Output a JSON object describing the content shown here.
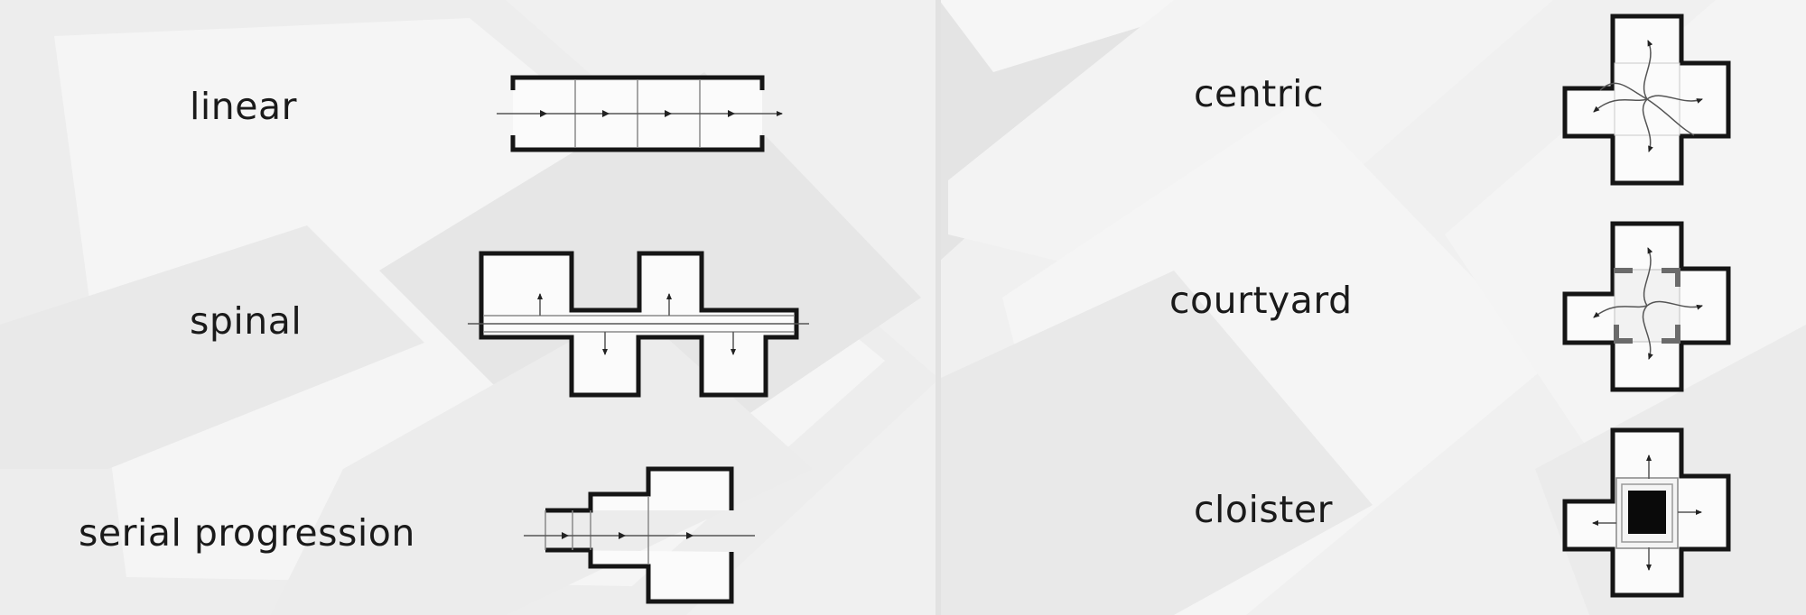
{
  "left_panel": {
    "diagrams": [
      {
        "id": "linear",
        "label": "linear"
      },
      {
        "id": "spinal",
        "label": "spinal"
      },
      {
        "id": "serial",
        "label": "serial progression"
      }
    ]
  },
  "right_panel": {
    "diagrams": [
      {
        "id": "centric",
        "label": "centric"
      },
      {
        "id": "courtyard",
        "label": "courtyard"
      },
      {
        "id": "cloister",
        "label": "cloister"
      }
    ]
  },
  "colors": {
    "background": "#f0f0f0",
    "wall": "#151515",
    "room_fill": "#fbfbfb",
    "core": "#0a0a0a"
  }
}
